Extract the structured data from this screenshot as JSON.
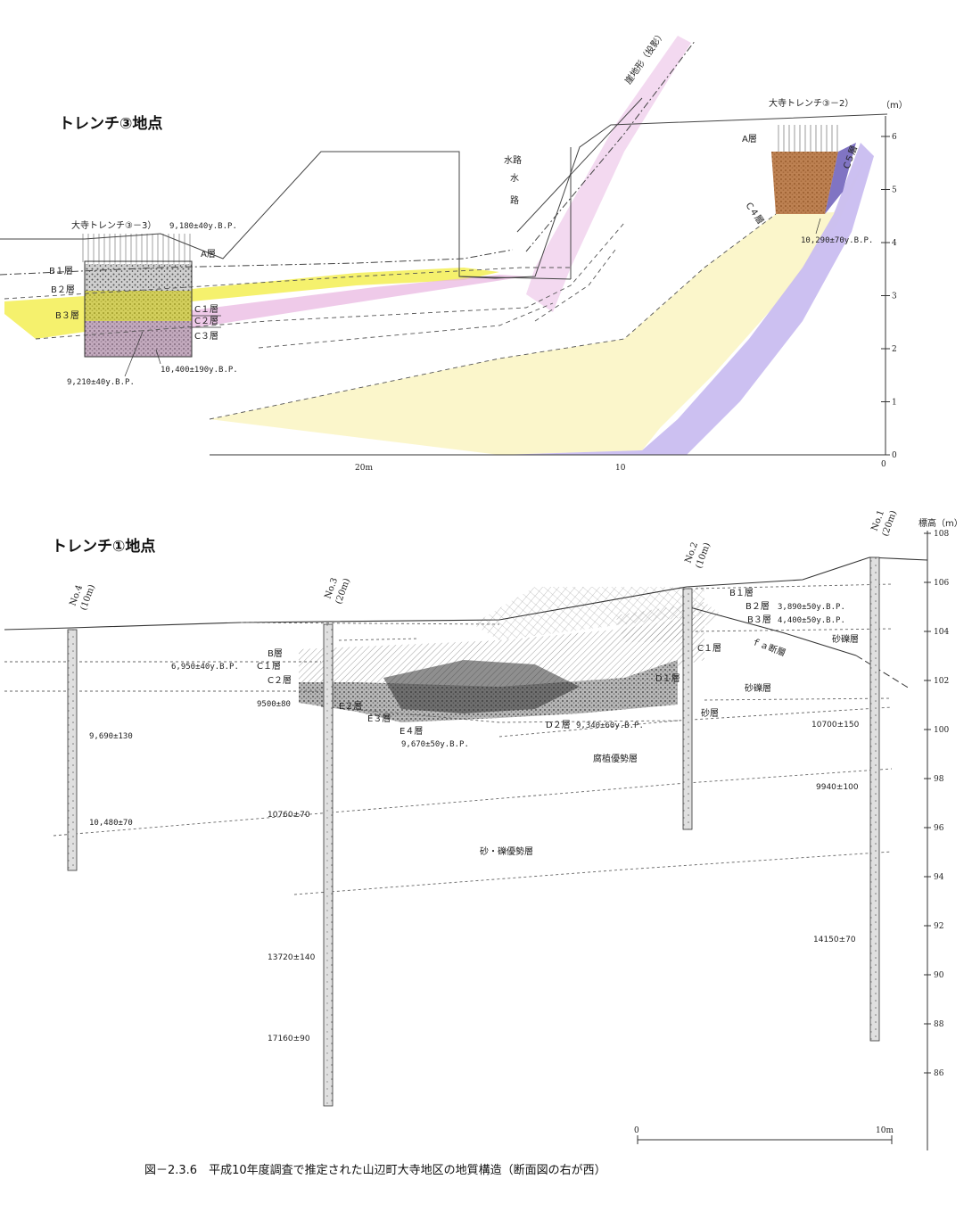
{
  "titles": {
    "trench3": "トレンチ③地点",
    "trench1": "トレンチ①地点"
  },
  "top": {
    "trench_3_3": "大寺トレンチ③－3）",
    "trench_3_2": "大寺トレンチ③－2）",
    "slope_label": "崖地形（投影）",
    "suiro1": "水路",
    "suiro2": "水",
    "suiro3": "路",
    "date_9180": "9,180±40y.B.P.",
    "date_10290": "10,290±70y.B.P.",
    "date_10400": "10,400±190y.B.P.",
    "date_9210": "9,210±40y.B.P.",
    "layers": {
      "A_left": "A層",
      "A_right": "A層",
      "B1": "B１層",
      "B2": "B２層",
      "B3": "B３層",
      "C1": "C１層",
      "C2": "C２層",
      "C3": "C３層",
      "C4": "C４層",
      "C5": "C５層"
    },
    "unit": "（m）",
    "y_ticks": [
      "0",
      "1",
      "2",
      "3",
      "4",
      "5",
      "6"
    ],
    "x_labels": [
      "20m",
      "10",
      "0"
    ]
  },
  "bottom": {
    "boreholes": {
      "no4": "No.4",
      "no4_d": "(10m)",
      "no3": "No.3",
      "no3_d": "(20m)",
      "no2": "No.2",
      "no2_d": "(10m)",
      "no1": "No.1",
      "no1_d": "(20m)"
    },
    "unit": "標高（m）",
    "y_ticks": [
      "108",
      "106",
      "104",
      "102",
      "100",
      "98",
      "96",
      "94",
      "92",
      "90",
      "88",
      "86"
    ],
    "layers": {
      "B": "B層",
      "C1_left": "C１層",
      "C2": "C２層",
      "E2": "E２層",
      "E3": "E３層",
      "E4": "E４層",
      "D1": "D１層",
      "D2": "D２層",
      "C1_right": "C１層",
      "B1": "B１層",
      "B2": "B２層",
      "B3": "B３層",
      "fault": "ｆａ断層",
      "gravel1": "砂礫層",
      "gravel2": "砂礫層",
      "sand": "砂層",
      "humus": "腐植優勢層",
      "sandgravel": "砂・礫優勢層"
    },
    "dates": {
      "d6950": "6,950±40y.B.P.",
      "d9500": "9500±80",
      "d9670": "9,670±50y.B.P.",
      "d9340": "9,340±60y.B.P.",
      "d3890": "3,890±50y.B.P.",
      "d4400": "4,400±50y.B.P.",
      "d10700": "10700±150",
      "d9940": "9940±100",
      "d9690": "9,690±130",
      "d10480": "10,480±70",
      "d10760": "10760±70",
      "d13720": "13720±140",
      "d17160": "17160±90",
      "d14150": "14150±70"
    },
    "scale_0": "0",
    "scale_10": "10m"
  },
  "caption": "図－2.3.6　平成10年度調査で推定された山辺町大寺地区の地質構造（断面図の右が西）",
  "colors": {
    "yellow": "#f2ec3c",
    "pale_yellow": "#fbf6c8",
    "pink": "#e8b8e0",
    "purple": "#b8a8e6",
    "brown": "#c8783a"
  }
}
